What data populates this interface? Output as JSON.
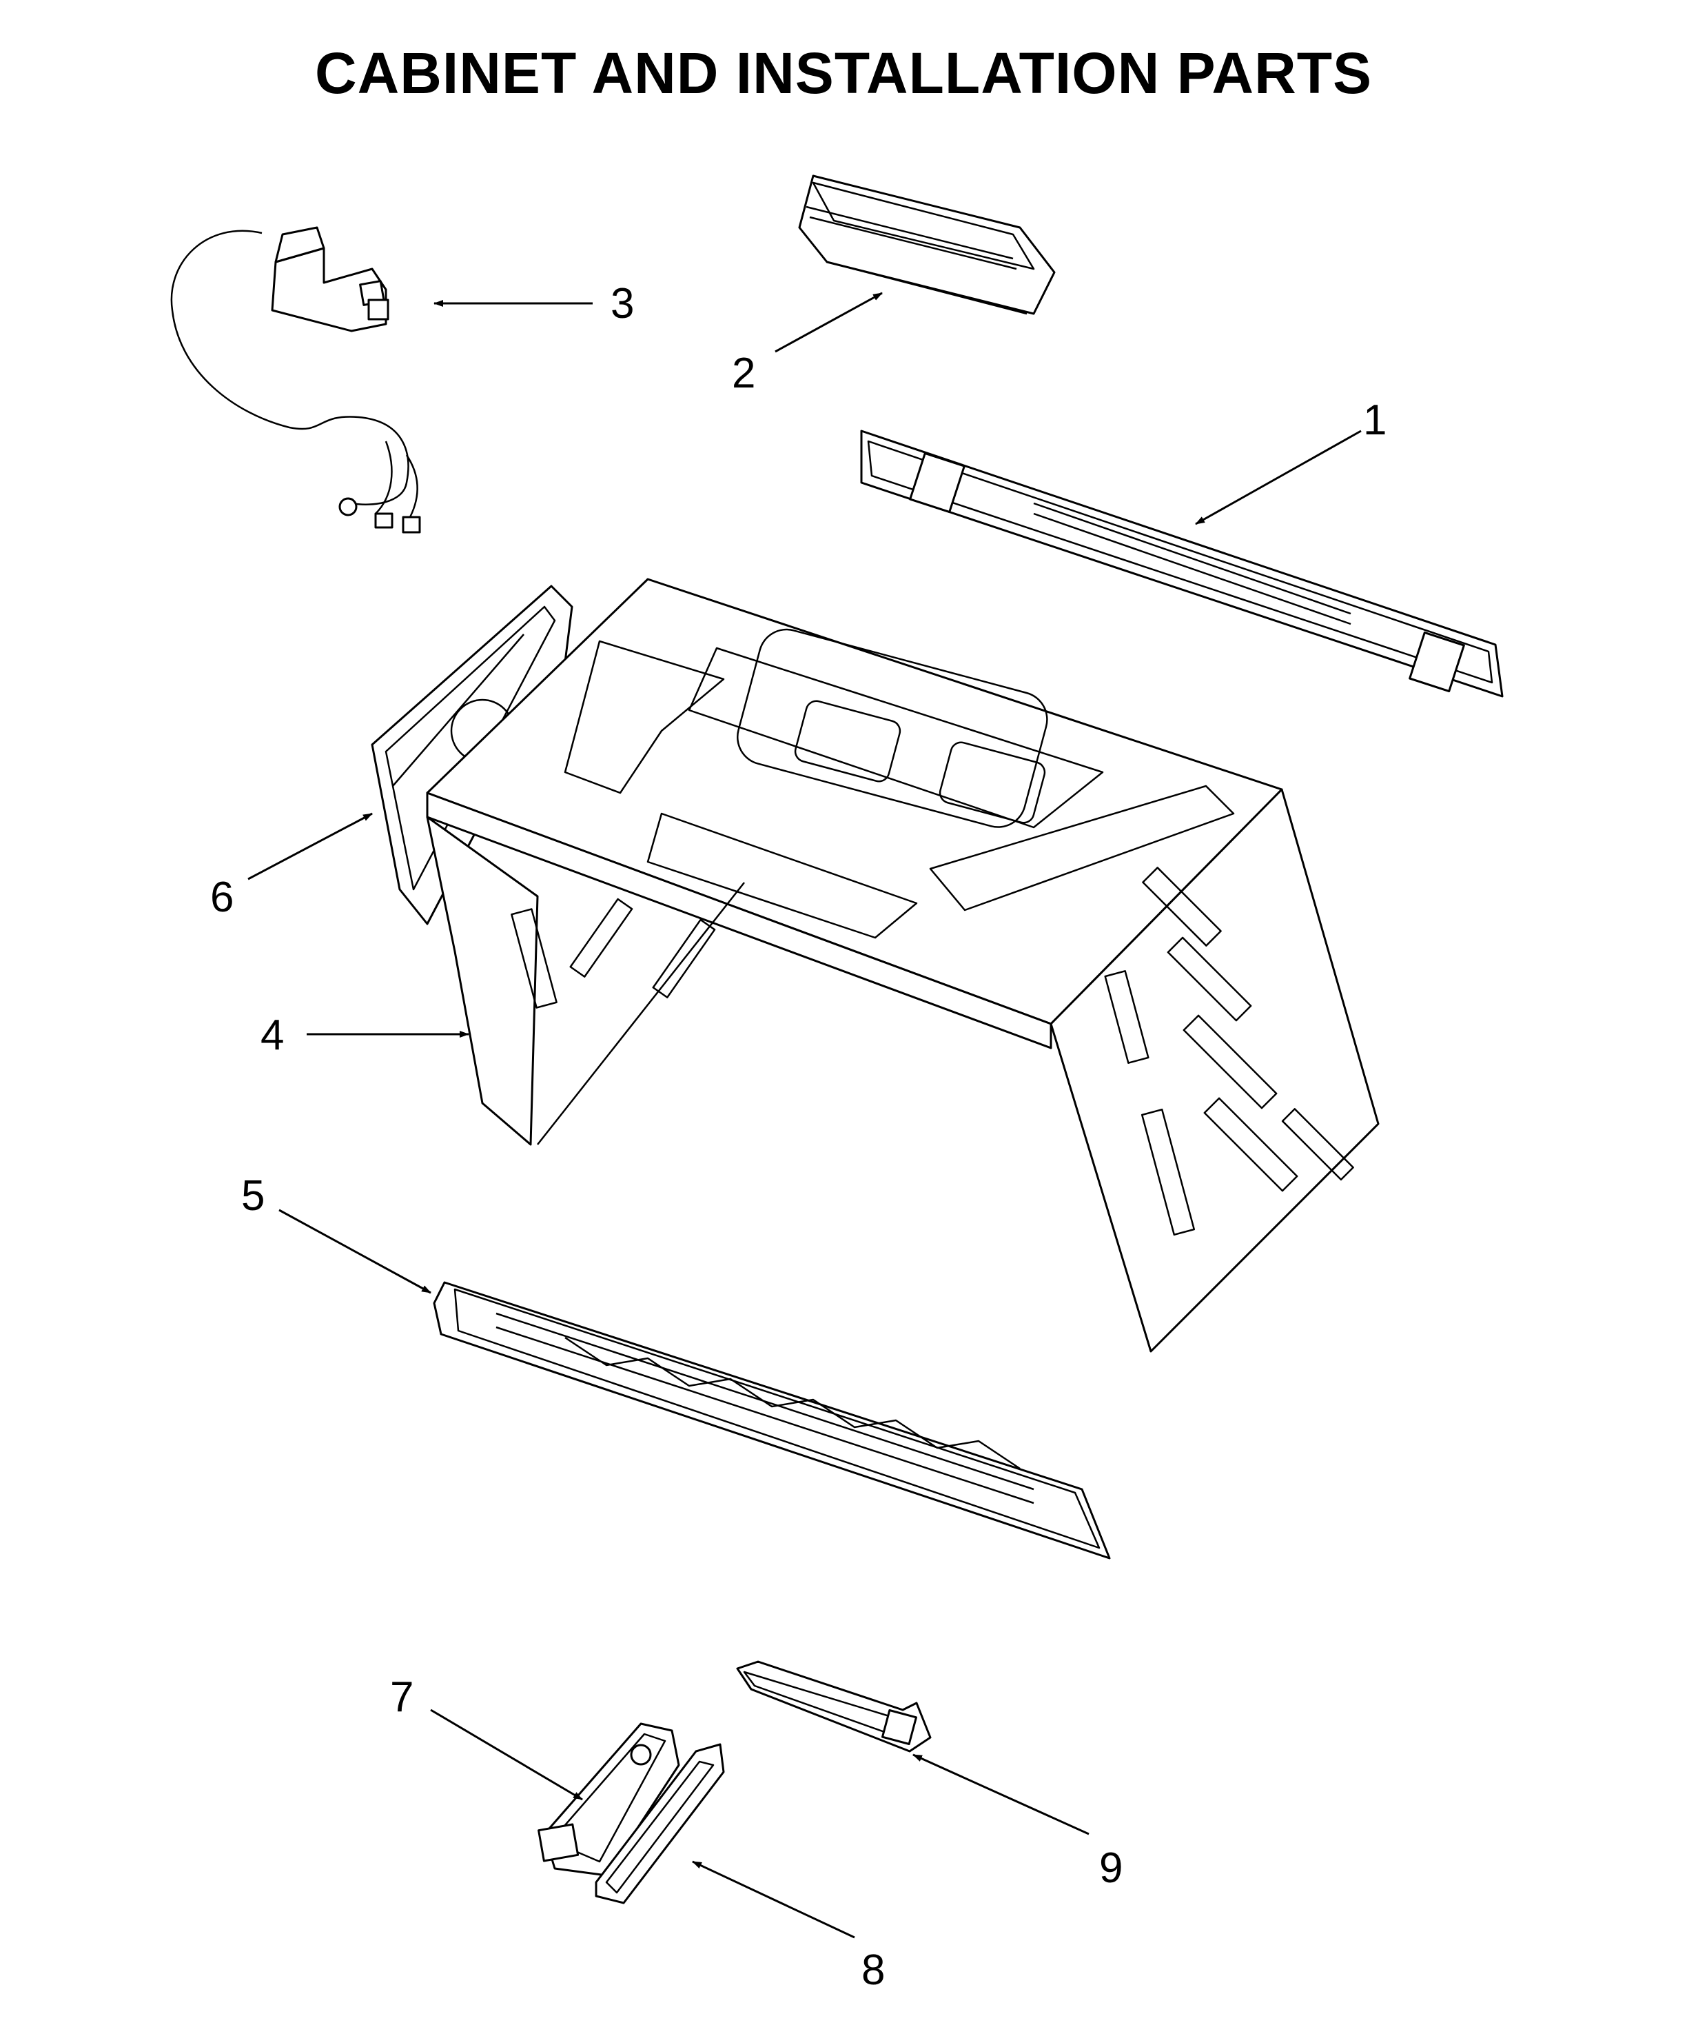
{
  "title": "CABINET AND INSTALLATION PARTS",
  "callouts": [
    {
      "id": "1",
      "label": "1"
    },
    {
      "id": "2",
      "label": "2"
    },
    {
      "id": "3",
      "label": "3"
    },
    {
      "id": "4",
      "label": "4"
    },
    {
      "id": "5",
      "label": "5"
    },
    {
      "id": "6",
      "label": "6"
    },
    {
      "id": "7",
      "label": "7"
    },
    {
      "id": "8",
      "label": "8"
    },
    {
      "id": "9",
      "label": "9"
    }
  ]
}
